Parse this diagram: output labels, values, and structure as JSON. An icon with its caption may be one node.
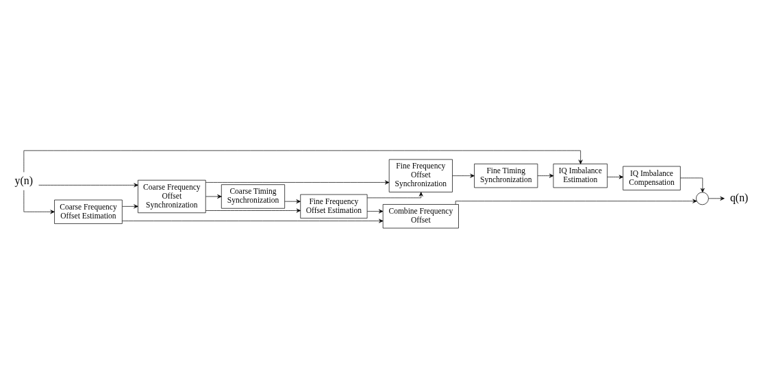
{
  "diagram": {
    "nodes": [
      {
        "text": [
          "y(n)"
        ]
      },
      {
        "text": [
          "Coarse Frequency Offset Estimation"
        ]
      },
      {
        "text": [
          "Coarse Frequency Offset Synchronization"
        ]
      },
      {
        "text": [
          "Coarse Timing Synchronization"
        ]
      },
      {
        "text": [
          "Fine Frequency Offset Estimation"
        ]
      },
      {
        "text": [
          "Fine Frequency Offset Synchronization"
        ]
      },
      {
        "text": [
          "Fine Timing Synchronization"
        ]
      },
      {
        "text": [
          "Combine Frequency Offset"
        ]
      },
      {
        "text": [
          "IQ Imbalance Estimation"
        ]
      },
      {
        "text": [
          "IQ Imbalance Compensation"
        ]
      },
      {
        "text": [],
        "shape": "circle"
      },
      {
        "text": [
          "q(n)"
        ]
      }
    ],
    "edges": [
      {
        "from": 0,
        "to": 1,
        "arrow": "to"
      },
      {
        "from": 0,
        "to": 2,
        "arrow": "to"
      },
      {
        "from": 0,
        "to": 8,
        "arrow": "to"
      },
      {
        "from": 1,
        "to": 2,
        "arrow": "to"
      },
      {
        "from": 1,
        "to": 7,
        "arrow": "to"
      },
      {
        "from": 2,
        "to": 3,
        "arrow": "to"
      },
      {
        "from": 2,
        "to": 4,
        "arrow": "to"
      },
      {
        "from": 2,
        "to": 5,
        "arrow": "to"
      },
      {
        "from": 3,
        "to": 4,
        "arrow": "to"
      },
      {
        "from": 4,
        "to": 7,
        "arrow": "to"
      },
      {
        "from": 4,
        "to": 5,
        "arrow": "to"
      },
      {
        "from": 5,
        "to": 6,
        "arrow": "to"
      },
      {
        "from": 6,
        "to": 8,
        "arrow": "to"
      },
      {
        "from": 8,
        "to": 9,
        "arrow": "to"
      },
      {
        "from": 9,
        "to": 10,
        "arrow": "to"
      },
      {
        "from": 7,
        "to": 10,
        "arrow": "to"
      },
      {
        "from": 10,
        "to": 11,
        "arrow": "to"
      }
    ]
  }
}
